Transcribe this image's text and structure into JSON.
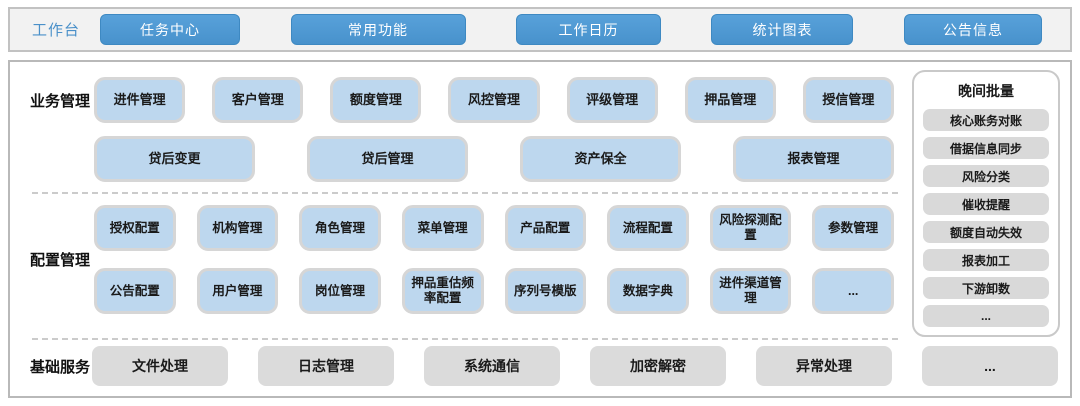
{
  "topbar": {
    "label": "工作台",
    "buttons": [
      "任务中心",
      "常用功能",
      "工作日历",
      "统计图表",
      "公告信息"
    ]
  },
  "sections": {
    "business": {
      "label": "业务管理",
      "row1": [
        "进件管理",
        "客户管理",
        "额度管理",
        "风控管理",
        "评级管理",
        "押品管理",
        "授信管理"
      ],
      "row2": [
        "贷后变更",
        "贷后管理",
        "资产保全",
        "报表管理"
      ]
    },
    "config": {
      "label": "配置管理",
      "row1": [
        "授权配置",
        "机构管理",
        "角色管理",
        "菜单管理",
        "产品配置",
        "流程配置",
        "风险探测配置",
        "参数管理"
      ],
      "row2": [
        "公告配置",
        "用户管理",
        "岗位管理",
        "押品重估频率配置",
        "序列号模版",
        "数据字典",
        "进件渠道管理",
        "..."
      ]
    },
    "services": {
      "label": "基础服务",
      "items": [
        "文件处理",
        "日志管理",
        "系统通信",
        "加密解密",
        "异常处理",
        "..."
      ]
    }
  },
  "sidebar": {
    "title": "晚间批量",
    "items": [
      "核心账务对账",
      "借据信息同步",
      "风险分类",
      "催收提醒",
      "额度自动失效",
      "报表加工",
      "下游卸数",
      "..."
    ]
  },
  "colors": {
    "accent_blue": "#4f9bd5",
    "light_blue_box": "#bdd7ee",
    "gray_box": "#d9d9d9",
    "panel_border": "#b9b9b9",
    "topbar_bg": "#f2f2f2",
    "workbench_label_blue": "#4a90c9"
  }
}
